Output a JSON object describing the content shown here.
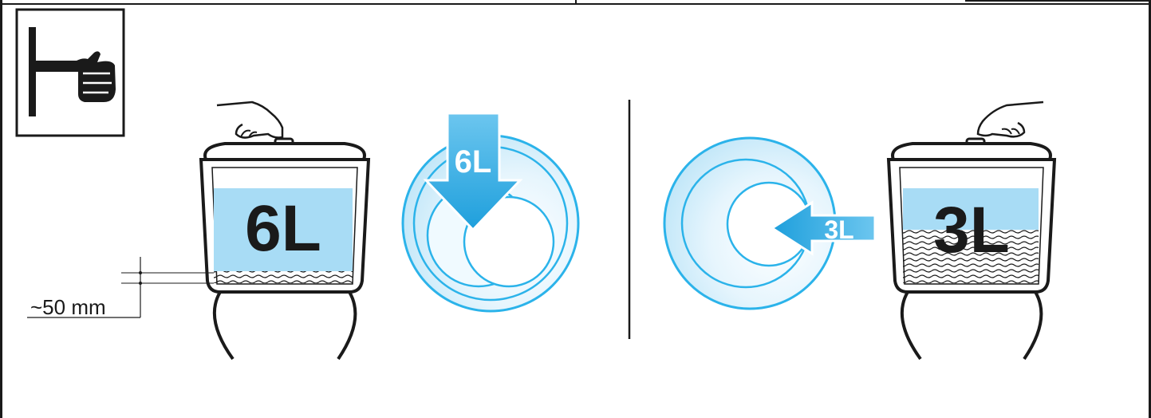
{
  "colors": {
    "line": "#1a1a1a",
    "water": "#a8dcf5",
    "arrow": "#29a8e0",
    "disc_stroke": "#2bb3ea",
    "disc_fill_light": "#e6f5fd"
  },
  "icons": {
    "instruction": "pointing-hand-icon",
    "hand_press": "hand-pressing-icon",
    "full_flush": "full-flush-button-icon",
    "half_flush": "half-flush-button-icon"
  },
  "left_tank": {
    "volume_label": "6L",
    "residual_level_label": "~50 mm"
  },
  "full_flush_button": {
    "label": "6L"
  },
  "half_flush_button": {
    "label": "3L"
  },
  "right_tank": {
    "volume_label": "3L"
  }
}
